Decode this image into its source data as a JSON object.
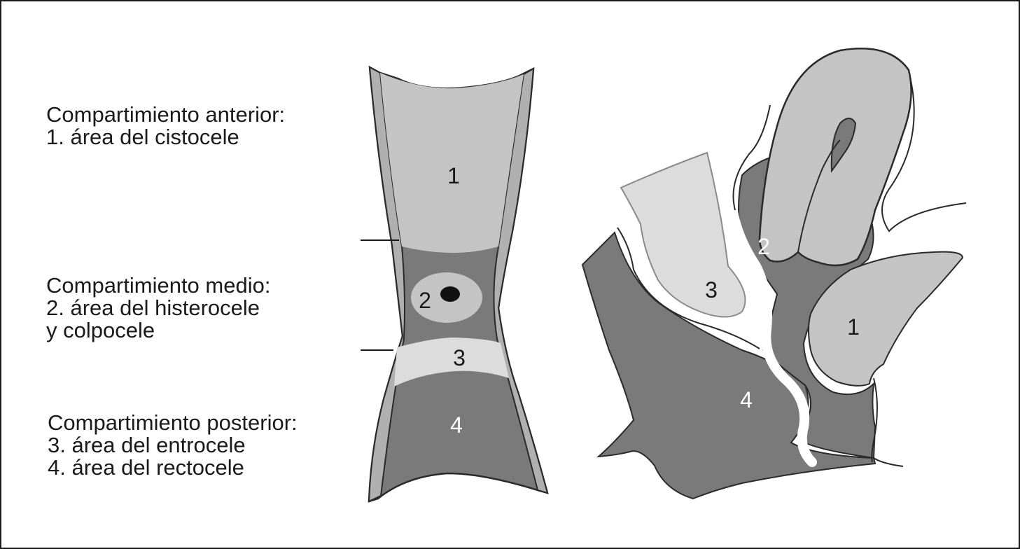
{
  "legend": {
    "anterior": {
      "heading": "Compartimiento anterior:",
      "lines": [
        "1. área del cistocele"
      ]
    },
    "medio": {
      "heading": "Compartimiento medio:",
      "lines": [
        "2. área del histerocele",
        "y colpocele"
      ]
    },
    "posterior": {
      "heading": "Compartimiento posterior:",
      "lines": [
        "3. área del entrocele",
        "4. área del rectocele"
      ]
    }
  },
  "front_view": {
    "labels": {
      "1": "1",
      "2": "2",
      "3": "3",
      "4": "4"
    }
  },
  "side_view": {
    "labels": {
      "1": "1",
      "2": "2",
      "3": "3",
      "4": "4"
    }
  },
  "colors": {
    "light": "#c4c4c4",
    "dark": "#7a7a7a",
    "lightest": "#dcdcdc",
    "outline": "#2a2a2a",
    "text_dark": "#1a1a1a",
    "text_light": "#ffffff"
  }
}
